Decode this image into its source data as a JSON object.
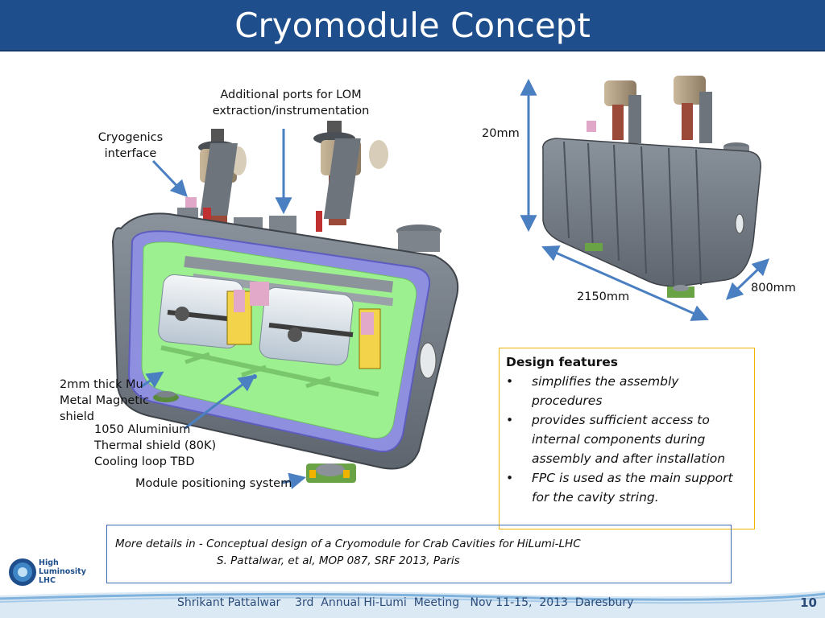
{
  "slide": {
    "title": "Cryomodule Concept",
    "page_number": "10"
  },
  "labels": {
    "ports_line1": "Additional ports for LOM",
    "ports_line2": "extraction/instrumentation",
    "cryo_line1": "Cryogenics",
    "cryo_line2": "interface",
    "mu_line1": "2mm thick Mu",
    "mu_line2": "Metal Magnetic",
    "mu_line3": "shield",
    "al_line1": "1050 Aluminium",
    "al_line2": "Thermal shield (80K)",
    "al_line3": "Cooling loop TBD",
    "positioning": "Module positioning system",
    "dim_height": "20mm",
    "dim_length": "2150mm",
    "dim_depth": "800mm"
  },
  "design_features": {
    "heading": "Design features",
    "items": [
      "simplifies the assembly procedures",
      "provides sufficient access to internal components during assembly and  after installation",
      "FPC is used as the main support for the cavity string."
    ]
  },
  "reference": {
    "line1": "More details in  -  Conceptual design of a Cryomodule for Crab Cavities for HiLumi-LHC",
    "line2": "S. Pattalwar,  et al, MOP 087,  SRF 2013, Paris"
  },
  "footer": {
    "text": "Shrikant Pattalwar    3rd  Annual Hi-Lumi  Meeting   Nov 11-15,  2013  Daresbury"
  },
  "logo": {
    "line1": "High",
    "line2": "Luminosity",
    "line3": "LHC"
  },
  "colors": {
    "title_bar": "#1f4e8c",
    "design_border": "#f0b400",
    "reference_border": "#3b6cb6",
    "arrow": "#4a7fc1"
  }
}
